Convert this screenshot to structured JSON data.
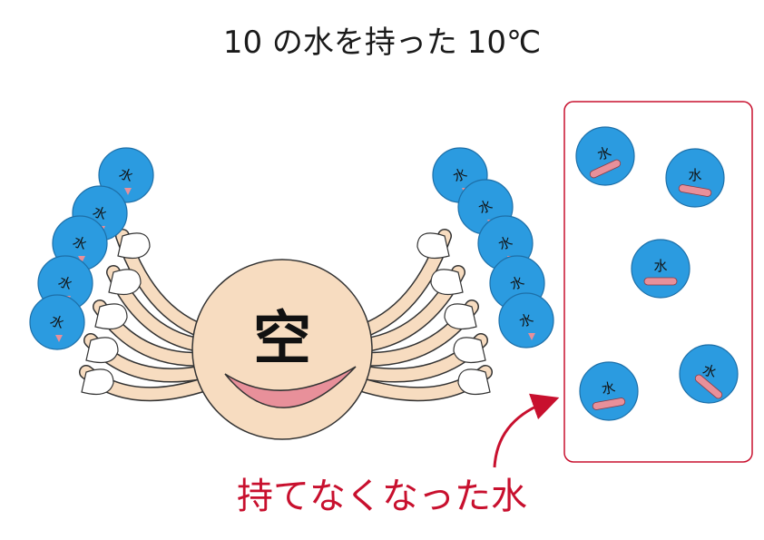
{
  "title": "10 の水を持った 10℃",
  "center_label": "空",
  "molecule_label": "水",
  "caption": "持てなくなった水",
  "colors": {
    "molecule": "#2b9be0",
    "molecule_stroke": "#1d6fa8",
    "body": "#f7dcc0",
    "mouth": "#e8909a",
    "accent": "#c8102e",
    "hand": "#ffffff"
  }
}
